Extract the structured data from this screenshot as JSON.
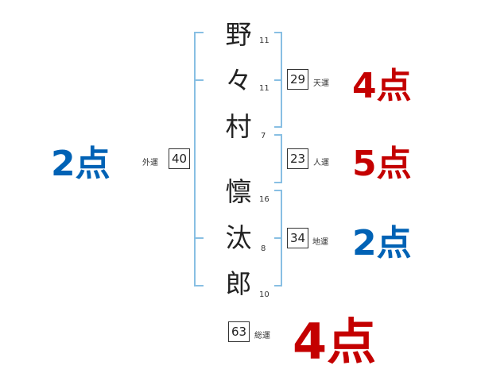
{
  "characters": [
    {
      "char": "野",
      "strokes": "11"
    },
    {
      "char": "々",
      "strokes": "11"
    },
    {
      "char": "村",
      "strokes": "7"
    },
    {
      "char": "懔",
      "strokes": "16"
    },
    {
      "char": "汰",
      "strokes": "8"
    },
    {
      "char": "郎",
      "strokes": "10"
    }
  ],
  "fortunes": {
    "tenkaku": {
      "label": "天運",
      "value": "29",
      "score": "4点"
    },
    "jinkaku": {
      "label": "人運",
      "value": "23",
      "score": "5点"
    },
    "chikaku": {
      "label": "地運",
      "value": "34",
      "score": "2点"
    },
    "gaikaku": {
      "label": "外運",
      "value": "40",
      "score": "2点"
    },
    "soukaku": {
      "label": "総運",
      "value": "63",
      "score": "4点"
    }
  },
  "colors": {
    "good": "#c40000",
    "bad": "#0062b5",
    "bracket": "#88bfe3"
  }
}
